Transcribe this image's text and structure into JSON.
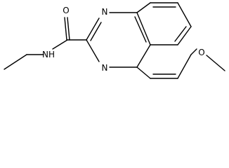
{
  "molecule": {
    "atoms": {
      "carbonyl_oxygen": "O",
      "ring_nitrogen_top": "N",
      "ring_nitrogen_bottom": "N",
      "amide_nh": "NH",
      "ether_oxygen": "O"
    }
  }
}
